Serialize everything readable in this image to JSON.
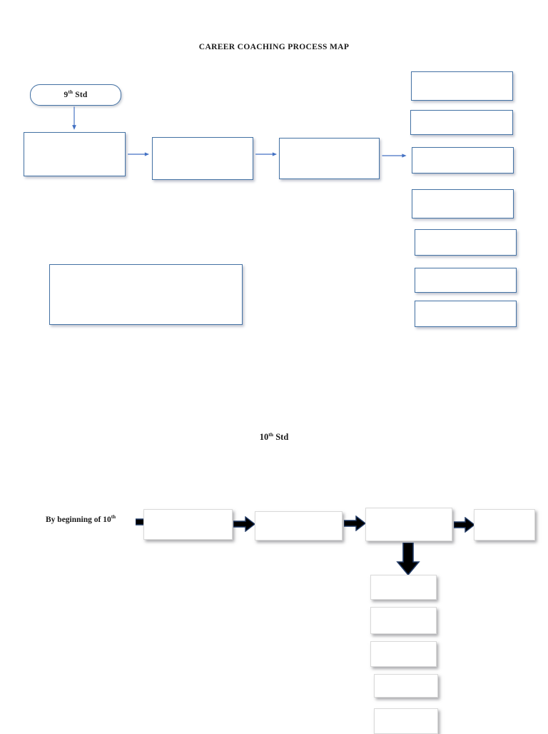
{
  "document": {
    "title": "CAREER COACHING PROCESS MAP",
    "background_color": "#ffffff"
  },
  "colors": {
    "blue_border": "#4472a4",
    "blue_arrow": "#4472c4",
    "gray_border": "#d9d9d9",
    "block_arrow_fill": "#000000",
    "block_arrow_stroke": "#1f3864",
    "text": "#1a1a1a"
  },
  "section_9th": {
    "start_node": {
      "label_prefix": "9",
      "label_sup": "th",
      "label_suffix": " Std",
      "shape": "rounded-oval"
    },
    "arrow_down_label": "down-arrow",
    "process_boxes": [
      {
        "id": "box-1",
        "text": ""
      },
      {
        "id": "box-2",
        "text": ""
      },
      {
        "id": "box-3",
        "text": ""
      }
    ],
    "wide_box": {
      "id": "wide-box",
      "text": ""
    },
    "outcome_boxes": [
      {
        "id": "outcome-1",
        "text": ""
      },
      {
        "id": "outcome-2",
        "text": ""
      },
      {
        "id": "outcome-3",
        "text": ""
      },
      {
        "id": "outcome-4",
        "text": ""
      },
      {
        "id": "outcome-5",
        "text": ""
      },
      {
        "id": "outcome-6",
        "text": ""
      },
      {
        "id": "outcome-7",
        "text": ""
      }
    ]
  },
  "section_10th": {
    "heading_prefix": "10",
    "heading_sup": "th",
    "heading_suffix": " Std",
    "caption_prefix": "By beginning of 10",
    "caption_sup": "th",
    "flow_boxes": [
      {
        "id": "flow-1",
        "text": ""
      },
      {
        "id": "flow-2",
        "text": ""
      },
      {
        "id": "flow-3",
        "text": ""
      },
      {
        "id": "flow-4",
        "text": ""
      }
    ],
    "sub_boxes": [
      {
        "id": "sub-1",
        "text": ""
      },
      {
        "id": "sub-2",
        "text": ""
      },
      {
        "id": "sub-3",
        "text": ""
      },
      {
        "id": "sub-4",
        "text": ""
      },
      {
        "id": "sub-5",
        "text": ""
      }
    ]
  }
}
